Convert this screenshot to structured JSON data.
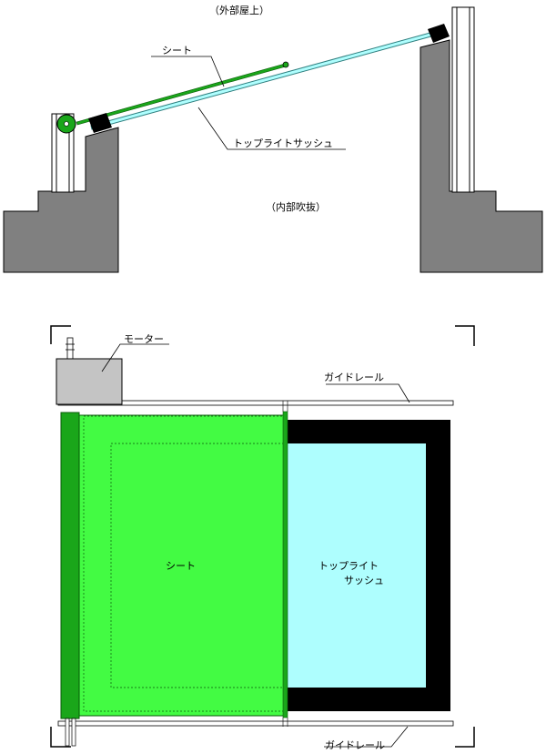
{
  "section": {
    "labels": {
      "outside_roof": "（外部屋上）",
      "sheet": "シート",
      "toplight_sash": "トップライトサッシュ",
      "inner_atrium": "（内部吹抜）"
    }
  },
  "plan": {
    "labels": {
      "motor": "モーター",
      "guide_rail_top": "ガイドレール",
      "guide_rail_bottom": "ガイドレール",
      "sheet": "シート",
      "sash_line1": "トップライト",
      "sash_line2": "サッシュ"
    }
  },
  "colors": {
    "concrete": "#808080",
    "sheet": "#43fb43",
    "sheet_roll": "#1aa61a",
    "glass": "#aefefe",
    "frame": "#000000",
    "motor": "#c4c4c4",
    "sheet_line": "#0a5a0a",
    "glass_line": "#2f7f7f"
  }
}
